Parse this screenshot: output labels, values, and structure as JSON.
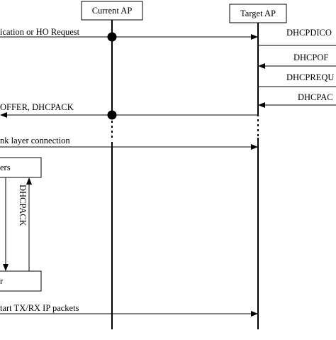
{
  "nodes": {
    "current_ap": "Current AP",
    "target_ap": "Target AP",
    "box_top_partial": "ers",
    "box_bottom_partial": "r"
  },
  "messages": {
    "m1": "ication or HO Request",
    "m2": "DHCPDICO",
    "m3": "DHCPOF",
    "m4": "DHCPREQU",
    "m5": "DHCPAC",
    "m6": "OFFER, DHCPACK",
    "m7": "nk layer connection",
    "m8": "DHCPACK",
    "m9": "tart TX/RX IP packets"
  },
  "colors": {
    "ink": "#000000",
    "background": "#ffffff"
  }
}
